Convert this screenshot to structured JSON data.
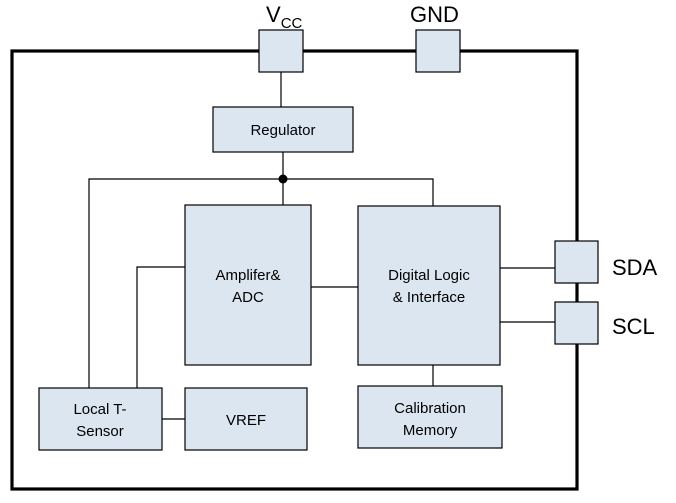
{
  "pins": {
    "vcc": {
      "main": "V",
      "sub": "CC"
    },
    "gnd": "GND",
    "sda": "SDA",
    "scl": "SCL"
  },
  "blocks": {
    "regulator": [
      "Regulator"
    ],
    "amplifier": [
      "Amplifer&",
      "ADC"
    ],
    "digital": [
      "Digital Logic",
      "& Interface"
    ],
    "sensor": [
      "Local T-",
      "Sensor"
    ],
    "vref": [
      "VREF"
    ],
    "calibration": [
      "Calibration",
      "Memory"
    ]
  }
}
